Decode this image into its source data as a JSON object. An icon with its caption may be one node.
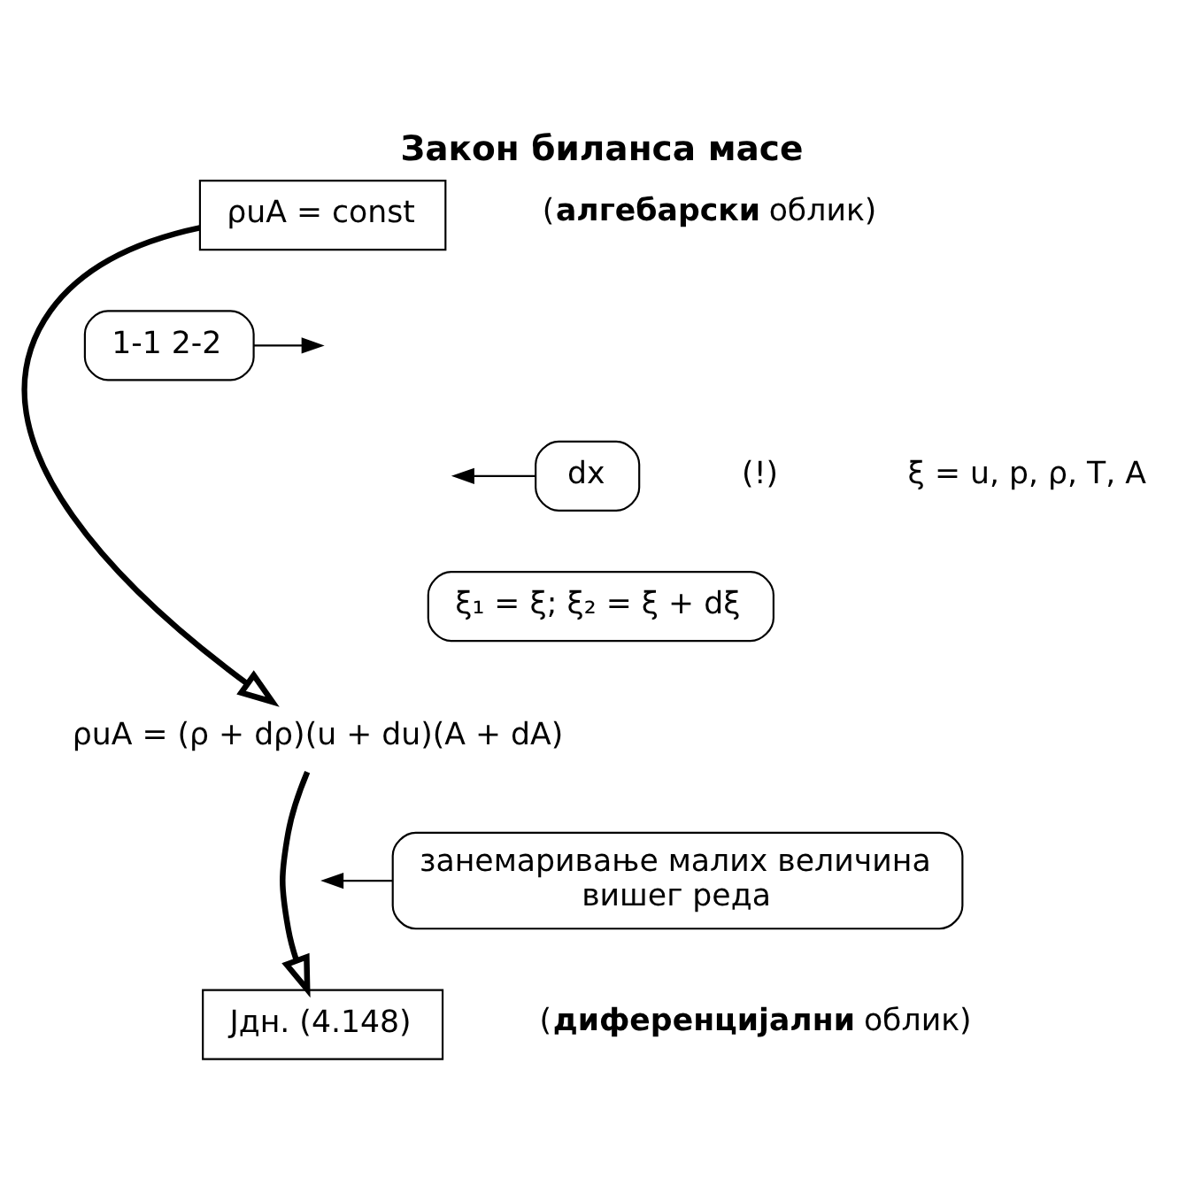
{
  "diagram": {
    "title": "Закон биланса масе",
    "nodes": [
      {
        "text": [
          "ρuA = const"
        ],
        "beside": [
          "(**алгебарски** облик)"
        ]
      },
      {
        "text": [
          "1-1 2-2"
        ]
      },
      {
        "text": [
          "dx"
        ],
        "beside": [
          "(!)"
        ]
      },
      {
        "text": [
          "ξ₁ = ξ; ξ₂ = ξ + dξ"
        ]
      },
      {
        "text": [
          "ρuA = (ρ + dρ)(u + du)(A + dA)"
        ]
      },
      {
        "text": [
          "занемаривање малих величина вишег реда"
        ]
      },
      {
        "text": [
          "Јдн. (4.148)"
        ],
        "beside": [
          "(**диференцијални** облик)"
        ]
      }
    ],
    "edges": [
      {
        "from": 0,
        "to": 4,
        "arrow": "to",
        "style": "thick"
      },
      {
        "from": 1,
        "to": null,
        "arrow": "to"
      },
      {
        "from": 2,
        "to": null,
        "arrow": "to"
      },
      {
        "from": 5,
        "to": null,
        "arrow": "to"
      },
      {
        "from": 4,
        "to": 6,
        "arrow": "to",
        "style": "thick"
      }
    ],
    "labels": [
      "ξ = u, p, ρ, T, A"
    ]
  }
}
